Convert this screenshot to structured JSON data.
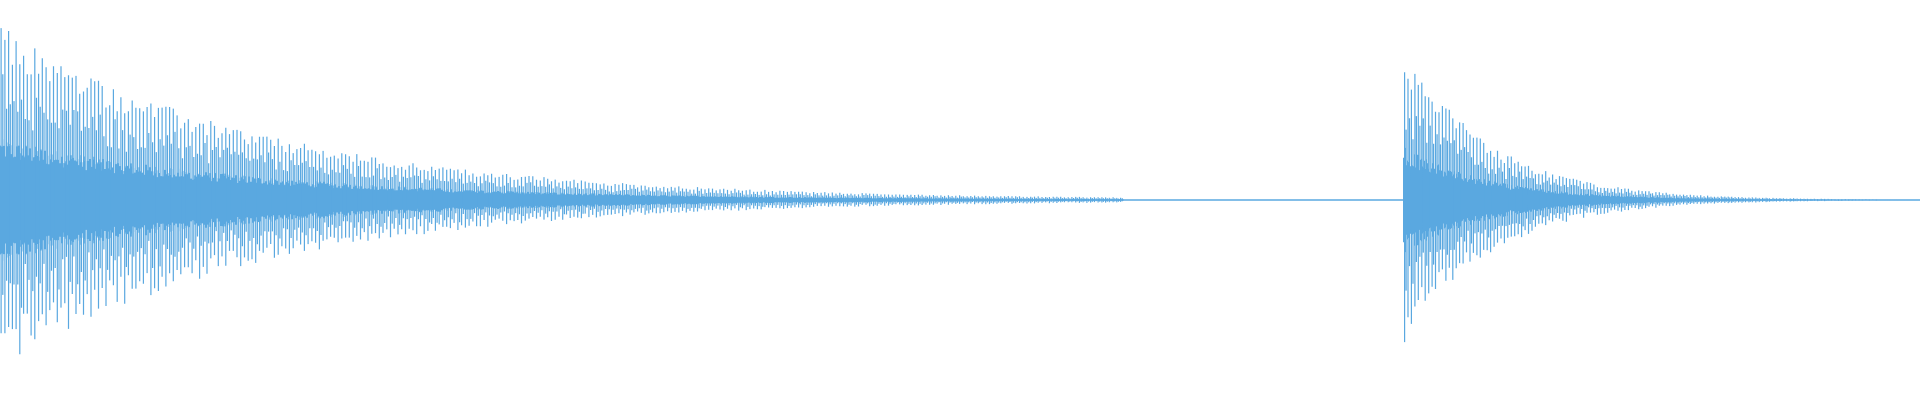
{
  "waveform": {
    "color": "#5aa8e0",
    "baseline_color": "#5aa8e0",
    "duration_fraction_span": [
      0.0,
      1.0
    ],
    "bursts": [
      {
        "name": "burst-1",
        "start_fraction": 0.0,
        "end_fraction": 0.585,
        "peak_amplitude": 0.8,
        "decay_rate": 4.2,
        "cycle_count": 300
      },
      {
        "name": "burst-2",
        "start_fraction": 0.731,
        "end_fraction": 1.0,
        "peak_amplitude": 0.7,
        "decay_rate": 6.0,
        "cycle_count": 150
      }
    ]
  }
}
